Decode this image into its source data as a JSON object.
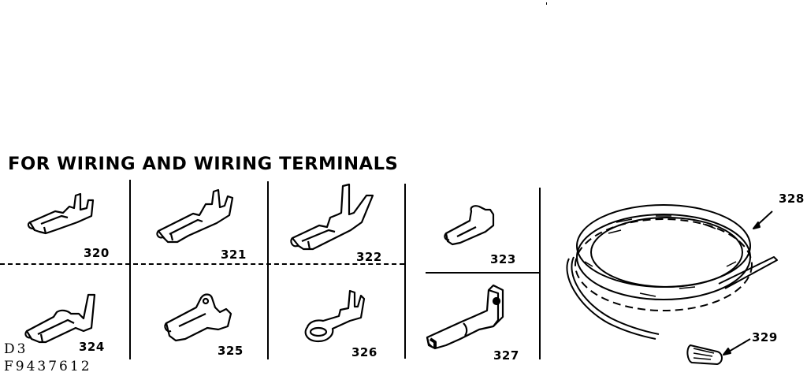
{
  "title": "FOR WIRING AND WIRING TERMINALS",
  "doc_code": {
    "line1": "D3",
    "line2": "F9437612"
  },
  "parts": [
    {
      "id": "320",
      "label": "320",
      "type": "female-terminal-open-barrel"
    },
    {
      "id": "321",
      "label": "321",
      "type": "female-terminal-open-barrel-large"
    },
    {
      "id": "322",
      "label": "322",
      "type": "female-terminal-long-tabs"
    },
    {
      "id": "323",
      "label": "323",
      "type": "female-terminal-flag"
    },
    {
      "id": "324",
      "label": "324",
      "type": "female-terminal-insulation-grip"
    },
    {
      "id": "325",
      "label": "325",
      "type": "female-terminal-barrel"
    },
    {
      "id": "326",
      "label": "326",
      "type": "ring-terminal"
    },
    {
      "id": "327",
      "label": "327",
      "type": "right-angle-bracket-terminal"
    },
    {
      "id": "328",
      "label": "328",
      "type": "wire-coil"
    },
    {
      "id": "329",
      "label": "329",
      "type": "wire-nut"
    }
  ]
}
